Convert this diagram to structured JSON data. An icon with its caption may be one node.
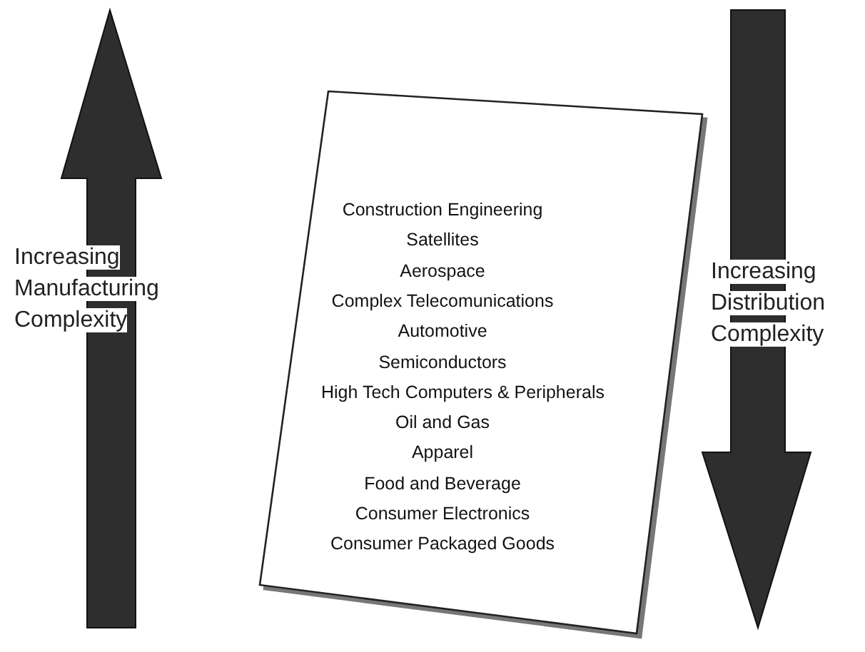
{
  "diagram": {
    "nodes": [
      {
        "text": [
          "Increasing Manufacturing Complexity"
        ]
      },
      {
        "text": [
          "Construction Engineering",
          "Satellites",
          "Aerospace",
          "Complex Telecomunications",
          "Automotive",
          "Semiconductors",
          "High Tech Computers & Peripherals",
          "Oil and Gas",
          "Apparel",
          "Food and Beverage",
          "Consumer Electronics",
          "Consumer Packaged Goods"
        ]
      },
      {
        "text": [
          "Increasing Distribution Complexity"
        ]
      }
    ]
  }
}
